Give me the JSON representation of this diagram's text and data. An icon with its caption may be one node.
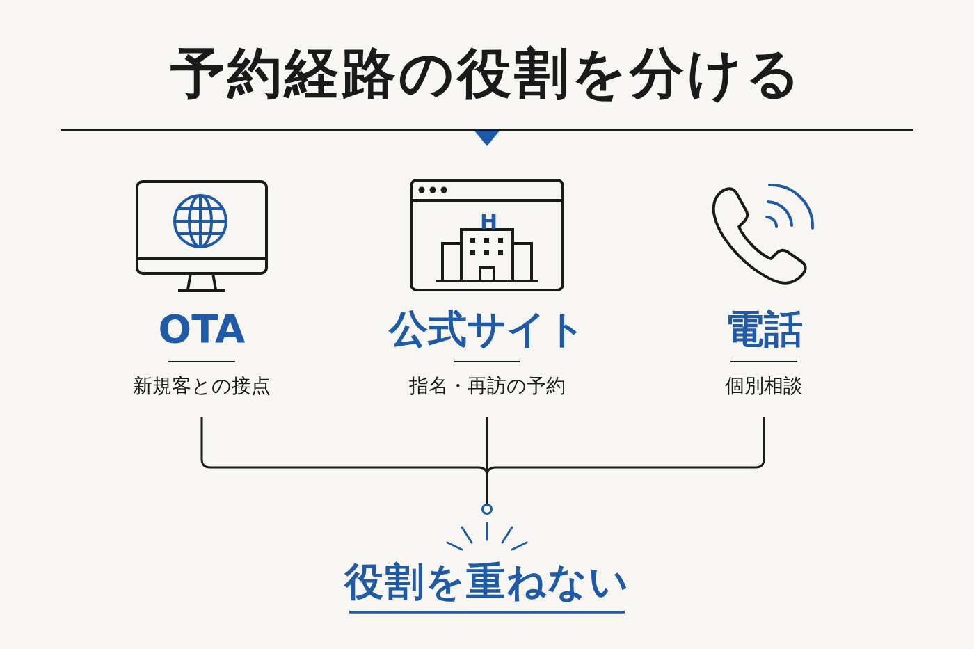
{
  "diagram": {
    "title": "予約経路の役割を分ける",
    "nodes": [
      {
        "text": [
          "OTA",
          "新規客との接点"
        ]
      },
      {
        "text": [
          "公式サイト",
          "指名・再訪の予約"
        ]
      },
      {
        "text": [
          "電話",
          "個別相談"
        ]
      },
      {
        "text": [],
        "shape": "circle"
      }
    ],
    "edges": [
      {
        "from": 0,
        "to": 3,
        "arrow": "none"
      },
      {
        "from": 1,
        "to": 3,
        "arrow": "none"
      },
      {
        "from": 2,
        "to": 3,
        "arrow": "none"
      }
    ],
    "labels": [
      "H",
      "役割を重ねない"
    ]
  }
}
